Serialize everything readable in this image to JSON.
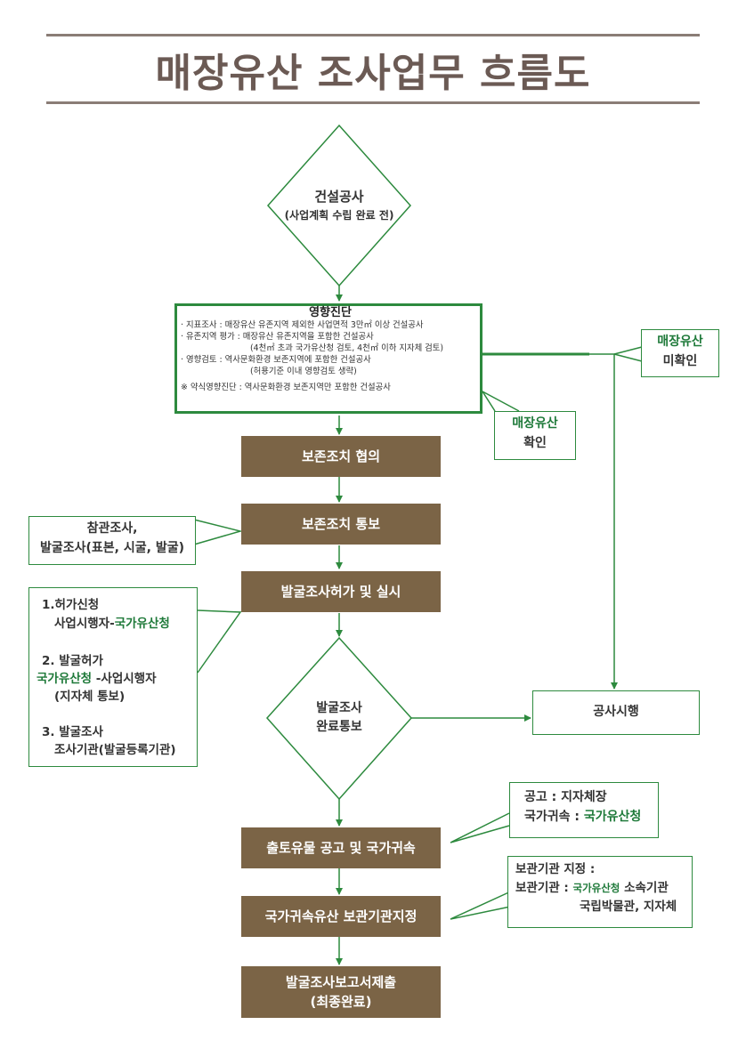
{
  "title": "매장유산 조사업무 흐름도",
  "start": {
    "line1": "건설공사",
    "line2": "(사업계획 수립 완료 전)"
  },
  "impact": {
    "title": "영향진단",
    "l1": "· 지표조사 : 매장유산 유존지역 제외한 사업면적 3만㎡ 이상 건설공사",
    "l2": "· 유존지역 평가 : 매장유산 유존지역을 포함한 건설공사",
    "l3": "(4천㎡ 초과 국가유산청 검토, 4천㎡ 이하 지자체 검토)",
    "l4": "· 영향검토 : 역사문화환경 보존지역에 포함한 건설공사",
    "l5": "(허용기준 이내 영향검토 생략)",
    "l6": "※ 약식영향진단 : 역사문화환경 보존지역만 포함한 건설공사"
  },
  "unconfirmed": {
    "line1": "매장유산",
    "line2": "미확인"
  },
  "confirmed": {
    "line1": "매장유산",
    "line2": "확인"
  },
  "steps": {
    "consult": "보존조치 협의",
    "notify": "보존조치 통보",
    "permit": "발굴조사허가 및 실시",
    "notice_l1": "출토유물 공고 및 국가귀속",
    "storage_a": "국가귀속유산",
    "storage_b": "보관기관지정",
    "report_l1": "발굴조사보고서제출",
    "report_l2": "(최종완료)"
  },
  "complete": {
    "line1": "발굴조사",
    "line2": "완료통보"
  },
  "construction": "공사시행",
  "notes": {
    "survey_l1": "참관조사,",
    "survey_l2": "발굴조사(표본, 시굴, 발굴)",
    "p1": "1.허가신청",
    "p1b_a": "사업시행자-",
    "p1b_b": "국가유산청",
    "p2": "2. 발굴허가",
    "p2b_a": "국가유산청",
    "p2b_b": " -사업시행자",
    "p2c": "(지자체 통보)",
    "p3": "3. 발굴조사",
    "p3b": "조사기관(발굴등록기관)",
    "pub_l1": "공고 : 지자체장",
    "pub_l2a": "국가귀속 : ",
    "pub_l2b": "국가유산청",
    "st_l1": "보관기관 지정 :",
    "st_l2a": "보관기관 : ",
    "st_l2b": "국가유산청",
    "st_l2c": " 소속기관",
    "st_l3": "국립박물관, 지자체"
  },
  "colors": {
    "green": "#2d8a3e",
    "brown": "#7b6446",
    "title": "#6b5a54",
    "rule": "#8a7d76"
  }
}
